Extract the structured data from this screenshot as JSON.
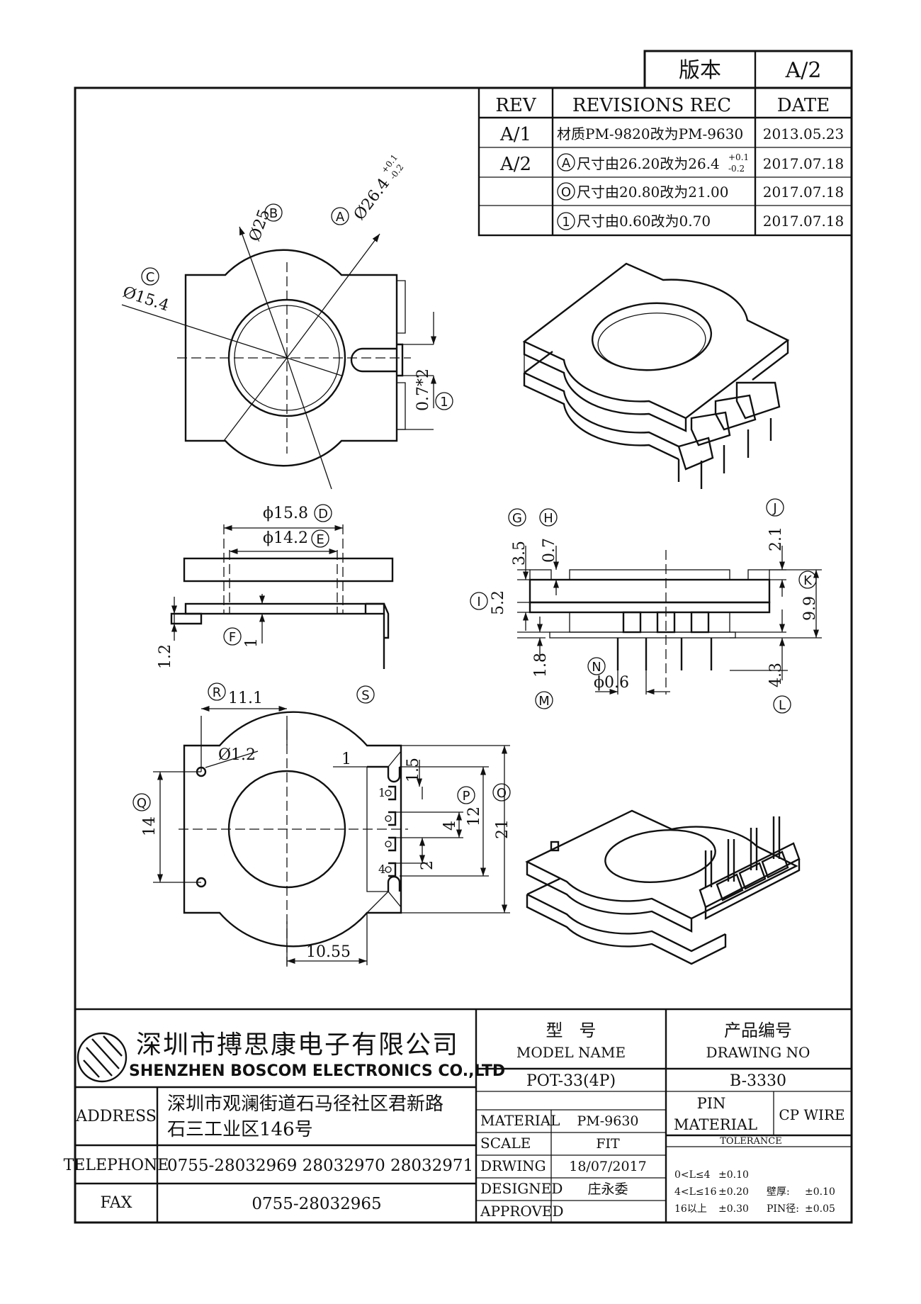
{
  "version_box": {
    "label": "版本",
    "value": "A/2"
  },
  "revisions": {
    "headers": {
      "rev": "REV",
      "rec": "REVISIONS REC",
      "date": "DATE"
    },
    "rows": [
      {
        "rev": "A/1",
        "rec": "材质PM-9820改为PM-9630",
        "date": "2013.05.23"
      },
      {
        "rev": "A/2",
        "mark": "A",
        "rec": "尺寸由26.20改为26.4",
        "tol_plus": "+0.1",
        "tol_minus": "-0.2",
        "date": "2017.07.18"
      },
      {
        "rev": "",
        "mark": "O",
        "rec": "尺寸由20.80改为21.00",
        "date": "2017.07.18"
      },
      {
        "rev": "",
        "mark": "1",
        "rec": "尺寸由0.60改为0.70",
        "date": "2017.07.18"
      }
    ]
  },
  "top_view": {
    "labels": {
      "A": "A",
      "B": "B",
      "C": "C",
      "one": "1"
    },
    "dims": {
      "phi26": "Ø26.4",
      "phi26_plus": "+0.1",
      "phi26_minus": "-0.2",
      "phi25": "Ø25",
      "phi15": "Ø15.4",
      "slot": "0.7*2"
    }
  },
  "side_view": {
    "labels": {
      "D": "D",
      "E": "E",
      "F": "F"
    },
    "dims": {
      "phi158": "ϕ15.8",
      "phi142": "ϕ14.2",
      "d1": "1",
      "d12": "1.2"
    }
  },
  "front_view": {
    "labels": {
      "G": "G",
      "H": "H",
      "I": "I",
      "J": "J",
      "K": "K",
      "L": "L",
      "M": "M",
      "N": "N"
    },
    "dims": {
      "d35": "3.5",
      "d07": "0.7",
      "d52": "5.2",
      "d21": "2.1",
      "d99": "9.9",
      "d18": "1.8",
      "d43": "4.3",
      "phi06": "ϕ0.6"
    }
  },
  "bottom_view": {
    "labels": {
      "R": "R",
      "S": "S",
      "Q": "Q",
      "P": "P",
      "O": "O"
    },
    "dims": {
      "d111": "11.1",
      "phi12": "Ø1.2",
      "d14": "14",
      "d1": "1",
      "d15": "1.5",
      "d12": "12",
      "d4": "4",
      "d2": "2",
      "d21": "21",
      "d1055": "10.55"
    },
    "pins": {
      "p1": "1",
      "p4": "4"
    }
  },
  "company": {
    "name_cn": "深圳市搏思康电子有限公司",
    "name_en": "SHENZHEN BOSCOM ELECTRONICS CO.,LTD",
    "address_label": "ADDRESS",
    "address_line1": "深圳市观澜街道石马径社区君新路",
    "address_line2": "石三工业区146号",
    "telephone_label": "TELEPHONE",
    "telephone": "0755-28032969 28032970 28032971",
    "fax_label": "FAX",
    "fax": "0755-28032965"
  },
  "title_block": {
    "model_cn": "型   号",
    "model_en": "MODEL NAME",
    "model": "POT-33(4P)",
    "drawing_cn": "产品编号",
    "drawing_en": "DRAWING NO",
    "drawing_no": "B-3330",
    "material_label": "MATERIAL",
    "material": "PM-9630",
    "scale_label": "SCALE",
    "scale": "FIT",
    "drwing_label": "DRWING",
    "drwing": "18/07/2017",
    "designed_label": "DESIGNED",
    "designed": "庄永委",
    "approved_label": "APPROVED",
    "approved": "",
    "pin_label": "PIN",
    "pin_material_label": "MATERIAL",
    "pin_material": "CP WIRE",
    "tolerance_label": "TOLERANCE",
    "tol_rows": [
      {
        "range": "0<L≤4",
        "val": "±0.10",
        "extra_label": "",
        "extra": ""
      },
      {
        "range": "4<L≤16",
        "val": "±0.20",
        "extra_label": "壁厚:",
        "extra": "±0.10"
      },
      {
        "range": "16以上",
        "val": "±0.30",
        "extra_label": "PIN径:",
        "extra": "±0.05"
      }
    ]
  }
}
